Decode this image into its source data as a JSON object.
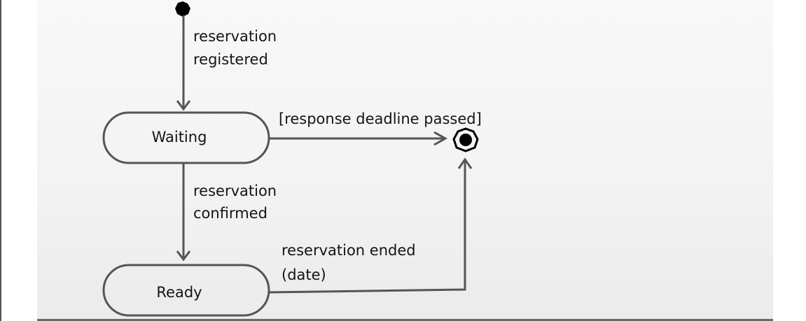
{
  "diagram": {
    "states": [
      {
        "id": "waiting",
        "label": "Waiting"
      },
      {
        "id": "ready",
        "label": "Ready"
      }
    ],
    "transitions": {
      "initial_to_waiting": [
        "reservation",
        "registered"
      ],
      "waiting_to_final": "[response deadline passed]",
      "waiting_to_ready": [
        "reservation",
        "confirmed"
      ],
      "ready_to_final": [
        "reservation ended",
        "(date)"
      ]
    }
  }
}
